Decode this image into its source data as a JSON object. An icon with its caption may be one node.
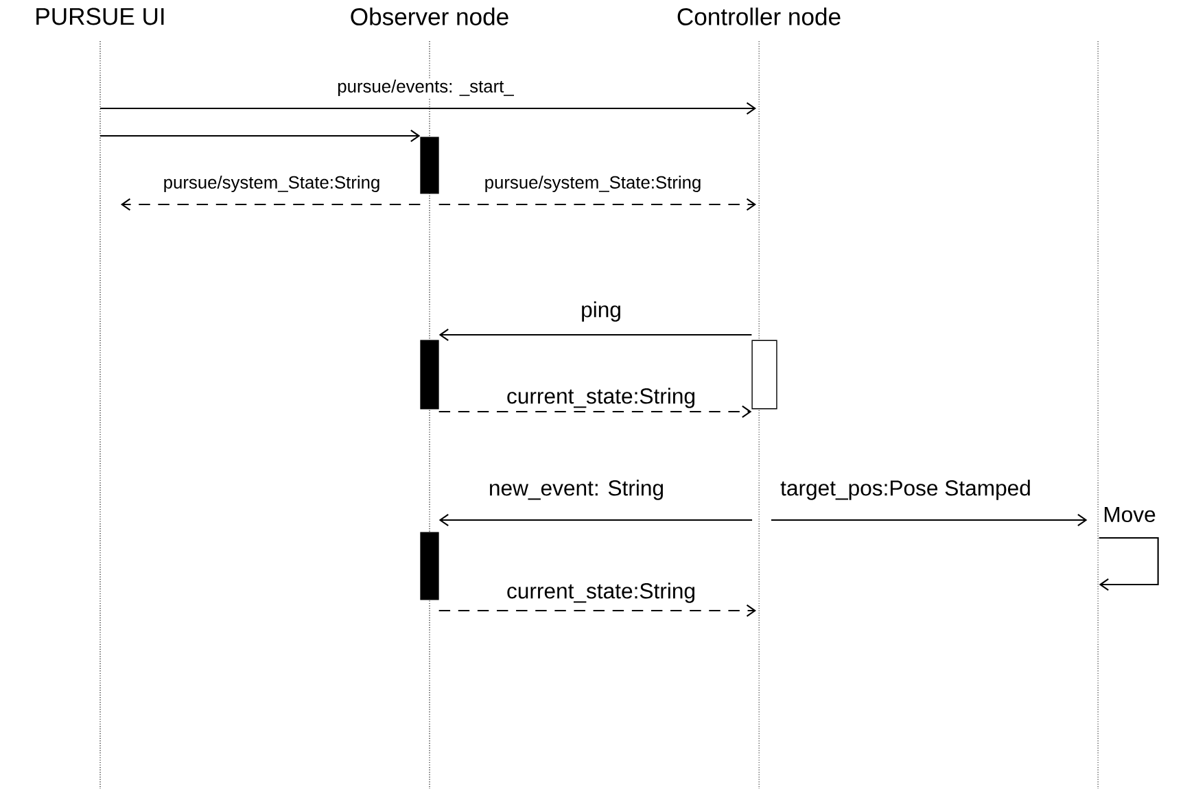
{
  "diagram": {
    "nodes": [
      {
        "text": [
          "PURSUE UI"
        ]
      },
      {
        "text": [
          "Observer node"
        ]
      },
      {
        "text": [
          "Controller node"
        ]
      },
      {
        "text": [],
        "shape": "line"
      },
      {
        "text": [],
        "shape": "bar",
        "in": 1
      },
      {
        "text": [],
        "shape": "bar",
        "in": 1
      },
      {
        "text": [],
        "shape": "bar",
        "in": 2
      },
      {
        "text": [],
        "shape": "bar",
        "in": 1
      }
    ],
    "edges": [
      {
        "from": 0,
        "to": 2,
        "arrow": "to",
        "label": "pursue/events: _start_"
      },
      {
        "from": 0,
        "to": 4,
        "arrow": "to"
      },
      {
        "from": 4,
        "to": 0,
        "arrow": "to",
        "style": "dashed",
        "label": "pursue/system_State:String"
      },
      {
        "from": 4,
        "to": 2,
        "arrow": "to",
        "style": "dashed",
        "label": "pursue/system_State:String"
      },
      {
        "from": 6,
        "to": 5,
        "arrow": "to",
        "label": "ping"
      },
      {
        "from": 5,
        "to": 6,
        "arrow": "to",
        "style": "dashed",
        "label": "current_state:String"
      },
      {
        "from": 2,
        "to": 7,
        "arrow": "to",
        "label": "new_event: String"
      },
      {
        "from": 2,
        "to": 3,
        "arrow": "to",
        "label": "target_pos:Pose Stamped"
      },
      {
        "from": 3,
        "to": 3,
        "arrow": "to",
        "label": "Move"
      },
      {
        "from": 7,
        "to": 2,
        "arrow": "to",
        "style": "dashed",
        "label": "current_state:String"
      }
    ]
  }
}
